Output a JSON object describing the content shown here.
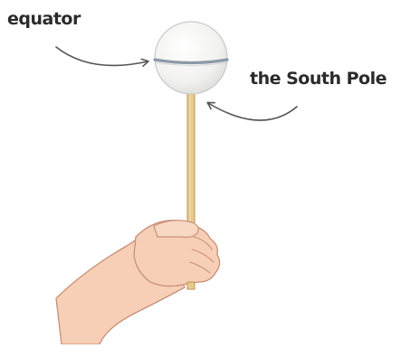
{
  "labels": {
    "equator": "equator",
    "south_pole": "the South Pole"
  },
  "colors": {
    "ball_fill": "#f2f2f0",
    "ball_outline": "#c9c9c9",
    "equator_band": "#8c9aa6",
    "stick": "#e7c98a",
    "stick_outline": "#b9955a",
    "skin": "#f7cfb6",
    "skin_outline": "#c88f78",
    "arrow": "#555555",
    "text": "#2b2b2b"
  },
  "icons": {
    "arrow": "curved-arrow-icon",
    "ball": "foam-ball-globe",
    "stick": "wooden-stick",
    "hand": "hand-holding-stick"
  }
}
